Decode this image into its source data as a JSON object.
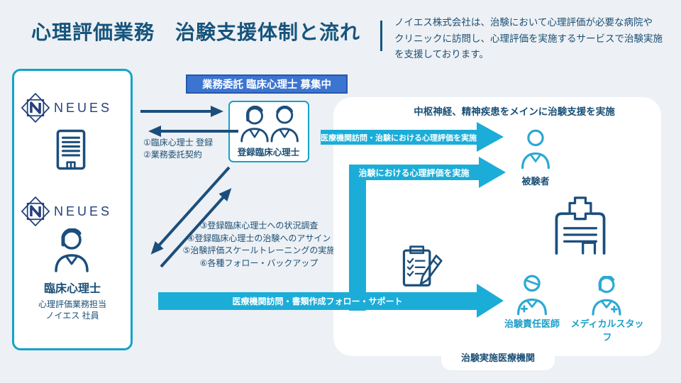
{
  "title": "心理評価業務　治験支援体制と流れ",
  "intro": "ノイエス株式会社は、治験において心理評価が必要な病院や\nクリニックに訪問し、心理評価を実施するサービスで治験実施\nを支援しております。",
  "badge": {
    "label": "業務委託 臨床心理士 募集中",
    "bg_color": "#3b74d1"
  },
  "neues": {
    "brand": "NEUES",
    "brand2": "NEUES",
    "role": "臨床心理士",
    "note": "心理評価業務担当\nノイエス 社員"
  },
  "registered": {
    "label": "登録臨床心理士"
  },
  "steps": {
    "one_two": "①臨床心理士 登録\n②業務委託契約",
    "three_six": "③登録臨床心理士への状況調査\n④登録臨床心理士の治験へのアサイン\n⑤治験評価スケールトレーニングの実施\n⑥各種フォロー・バックアップ"
  },
  "panel": {
    "header": "中枢神経、精神疾患をメインに治験支援を実施",
    "tab": "治験実施医療機関",
    "subject": "被験者",
    "doctor": "治験責任医師",
    "staff": "メディカルスタッフ"
  },
  "flow_arrows": {
    "visit_eval": "医療機関訪問・治験における心理評価を実施",
    "trial_eval": "治験における心理評価を実施",
    "doc_support": "医療機関訪問・書類作成フォロー・サポート"
  },
  "icons": {
    "neues_mark": "diamond-square N monogram",
    "office_building": "line building with window stripes",
    "female_psychologist": "female bust outline",
    "registered_pair": "two psychologists in lab coats",
    "subject_person": "person bust outline",
    "hospital": "building with medical cross",
    "clipboard_pencil": "checklist with pencil",
    "doctor": "doctor bust with cross",
    "medical_staff": "female staff bust with cross"
  },
  "colors": {
    "background": "#edf0f4",
    "navy_text": "#1b4f75",
    "teal_arrow": "#1badd8",
    "box_border": "#14a3c7",
    "badge_blue": "#3b74d1",
    "logo_navy": "#24407c",
    "teal_label": "#1b9ec7"
  }
}
